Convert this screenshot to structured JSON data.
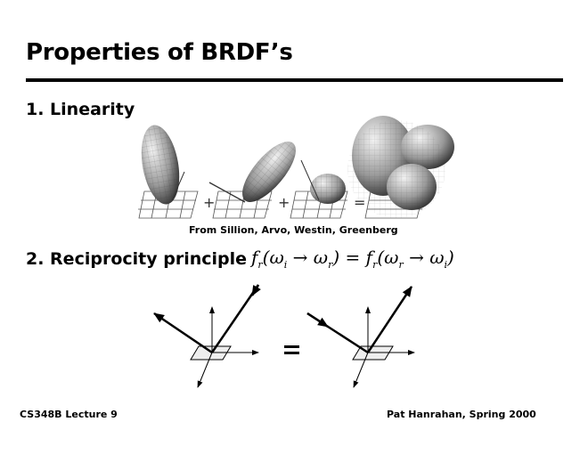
{
  "slide": {
    "title": "Properties of BRDF’s",
    "section1": "1. Linearity",
    "figure_credit": "From Sillion, Arvo, Westin, Greenberg",
    "section2": "2. Reciprocity principle",
    "equation": {
      "lhs_f": "f",
      "lhs_sub": "r",
      "lhs_args": "(ω",
      "lhs_i": "i",
      "arrow1": " → ω",
      "lhs_r": "r",
      "close1": ")",
      "equals": " = ",
      "rhs_f": "f",
      "rhs_sub": "r",
      "rhs_args": "(ω",
      "rhs_r": "r",
      "arrow2": " → ω",
      "rhs_i": "i",
      "close2": ")"
    },
    "plus": "+",
    "equals": "=",
    "footer_left": "CS348B Lecture 9",
    "footer_right": "Pat Hanrahan, Spring 2000"
  }
}
